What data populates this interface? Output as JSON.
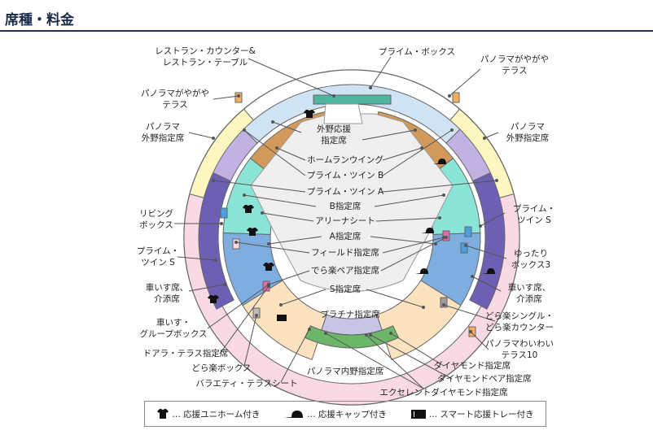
{
  "header": {
    "title": "席種・料金"
  },
  "colors": {
    "pink": "#f9d9e3",
    "yellow": "#fff7c2",
    "lightblue": "#cfe3f5",
    "lavender": "#c1b2e3",
    "purple": "#6c5fb4",
    "brown": "#d19a5a",
    "green": "#8fd35e",
    "teal": "#8ae5d6",
    "blue": "#7eaedf",
    "beige": "#fde2bf",
    "platinum": "#c7c4e6",
    "diamond": "#6cb66a",
    "field": "#efefef",
    "navy": "#1f2d55"
  },
  "labels": [
    "レストラン・カウンター&\nレストラン・テーブル",
    "プライム・ボックス",
    "パノラマがやがや\nテラス",
    "パノラマがやがや\nテラス",
    "パノラマ\n外野指定席",
    "パノラマ\n外野指定席",
    "外野応援\n指定席",
    "ホームランウイング",
    "プライム・ツイン B",
    "プライム・ツイン A",
    "B指定席",
    "アリーナシート",
    "A指定席",
    "フィールド指定席",
    "でら楽ペア指定席",
    "S指定席",
    "プラチナ指定席",
    "リビング\nボックス",
    "プライム・\nツイン S",
    "車いす席、\n介添席",
    "車いす・\nグループボックス",
    "ドアラ・テラス指定席",
    "どら楽ボックス",
    "バラエティ・テラスシート",
    "プライム・\nツイン S",
    "ゆったり\nボックス3",
    "車いす席、\n介添席",
    "どら楽シングル・\nどら楽カウンター",
    "パノラマわいわい\nテラス10",
    "ダイヤモンド指定席",
    "ダイヤモンドペア指定席",
    "エクセレントダイヤモンド指定席",
    "パノラマ内野指定席"
  ],
  "legend": [
    {
      "icon": "uniform-icon",
      "label": "… 応援ユニホーム付き"
    },
    {
      "icon": "cap-icon",
      "label": "… 応援キャップ付き"
    },
    {
      "icon": "tray-icon",
      "label": "… スマート応援トレー付き"
    }
  ]
}
